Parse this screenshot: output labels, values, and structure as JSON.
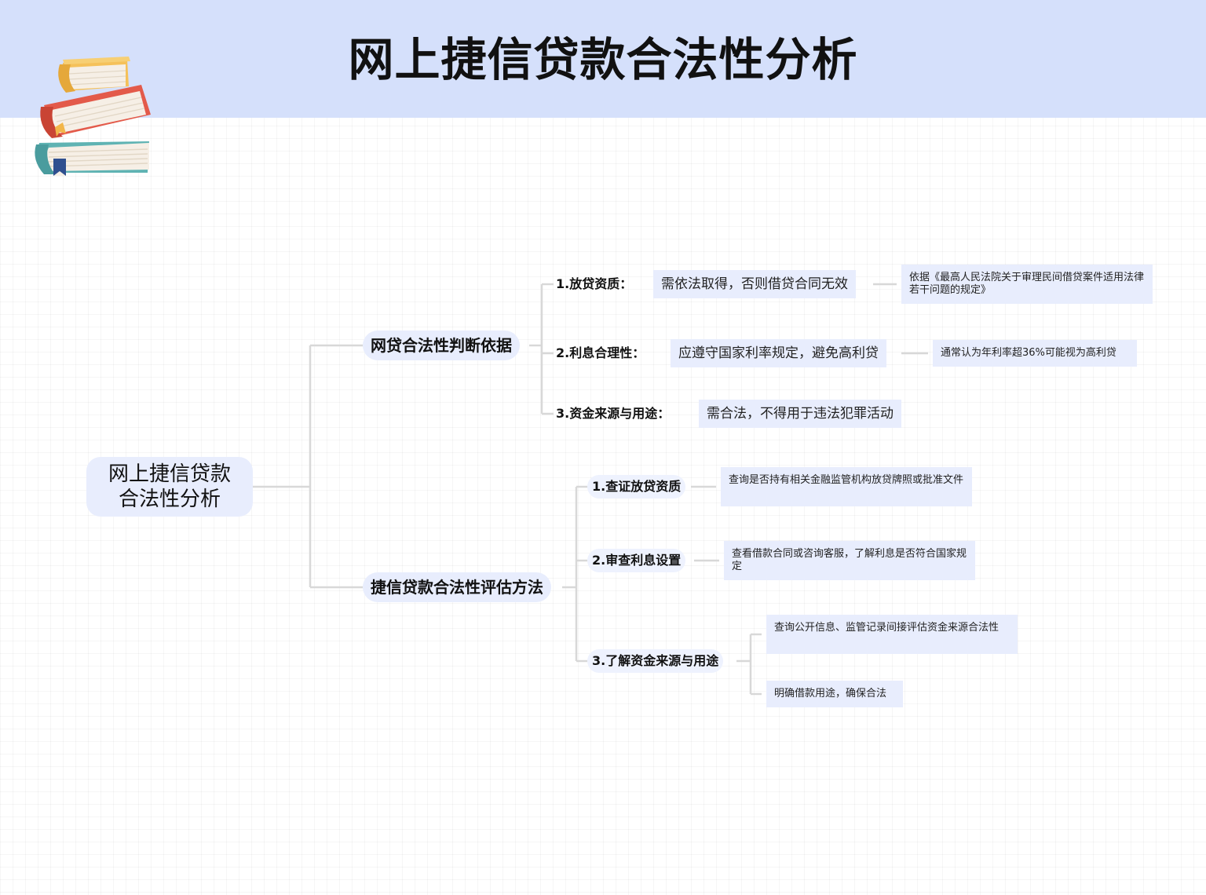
{
  "title": "网上捷信贷款合法性分析",
  "root": {
    "line1": "网上捷信贷款",
    "line2": "合法性分析"
  },
  "branches": [
    {
      "label": "网贷合法性判断依据",
      "items": [
        {
          "label": "1.放贷资质：",
          "desc": "需依法取得，否则借贷合同无效",
          "note": "依据《最高人民法院关于审理民间借贷案件适用法律若干问题的规定》"
        },
        {
          "label": "2.利息合理性：",
          "desc": "应遵守国家利率规定，避免高利贷",
          "note": "通常认为年利率超36%可能视为高利贷"
        },
        {
          "label": "3.资金来源与用途：",
          "desc": "需合法，不得用于违法犯罪活动"
        }
      ]
    },
    {
      "label": "捷信贷款合法性评估方法",
      "items": [
        {
          "label": "1.查证放贷资质",
          "notes": [
            "查询是否持有相关金融监管机构放贷牌照或批准文件"
          ]
        },
        {
          "label": "2.审查利息设置",
          "notes": [
            "查看借款合同或咨询客服，了解利息是否符合国家规定"
          ]
        },
        {
          "label": "3.了解资金来源与用途",
          "notes": [
            "查询公开信息、监管记录间接评估资金来源合法性",
            "明确借款用途，确保合法"
          ]
        }
      ]
    }
  ]
}
